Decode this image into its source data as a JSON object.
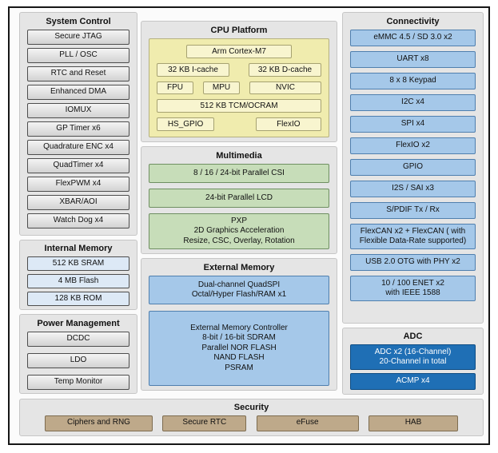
{
  "system_control": {
    "title": "System Control",
    "items": [
      "Secure JTAG",
      "PLL / OSC",
      "RTC and Reset",
      "Enhanced DMA",
      "IOMUX",
      "GP Timer x6",
      "Quadrature ENC x4",
      "QuadTimer x4",
      "FlexPWM x4",
      "XBAR/AOI",
      "Watch Dog x4"
    ]
  },
  "internal_memory": {
    "title": "Internal Memory",
    "items": [
      "512 KB SRAM",
      "4 MB Flash",
      "128 KB ROM"
    ]
  },
  "power_management": {
    "title": "Power Management",
    "items": [
      "DCDC",
      "LDO",
      "Temp Monitor"
    ]
  },
  "cpu_platform": {
    "title": "CPU Platform",
    "items": [
      "Arm Cortex-M7",
      "32 KB I-cache",
      "32 KB D-cache",
      "FPU",
      "MPU",
      "NVIC",
      "512 KB TCM/OCRAM",
      "HS_GPIO",
      "FlexIO"
    ]
  },
  "multimedia": {
    "title": "Multimedia",
    "items": [
      "8 / 16 / 24-bit Parallel CSI",
      "24-bit Parallel LCD",
      "PXP\n2D Graphics Acceleration\nResize, CSC, Overlay, Rotation"
    ]
  },
  "external_memory": {
    "title": "External Memory",
    "items": [
      "Dual-channel QuadSPI\nOctal/Hyper Flash/RAM x1",
      "External Memory Controller\n8-bit / 16-bit SDRAM\nParallel NOR FLASH\nNAND FLASH\nPSRAM"
    ]
  },
  "connectivity": {
    "title": "Connectivity",
    "items": [
      "eMMC 4.5 / SD 3.0 x2",
      "UART x8",
      "8 x 8 Keypad",
      "I2C x4",
      "SPI x4",
      "FlexIO x2",
      "GPIO",
      "I2S / SAI x3",
      "S/PDIF Tx / Rx",
      "FlexCAN x2  + FlexCAN ( with\nFlexible Data-Rate supported)",
      "USB 2.0 OTG with PHY x2",
      "10 / 100 ENET x2\nwith IEEE 1588"
    ]
  },
  "adc": {
    "title": "ADC",
    "items": [
      "ADC x2 (16-Channel)\n20-Channel in total",
      "ACMP x4"
    ]
  },
  "security": {
    "title": "Security",
    "items": [
      "Ciphers and RNG",
      "Secure RTC",
      "eFuse",
      "HAB"
    ]
  },
  "colors": {
    "panel_gray": "#e5e5e5",
    "block_gray": "#d9d9d9",
    "block_light_blue": "#dde9f6",
    "block_blue": "#a5c8e9",
    "block_dark_blue": "#1f6fb5",
    "block_green": "#c7ddb9",
    "block_yellow_panel": "#f0ecae",
    "block_yellow": "#f8f5cf",
    "block_tan": "#bea98a"
  }
}
